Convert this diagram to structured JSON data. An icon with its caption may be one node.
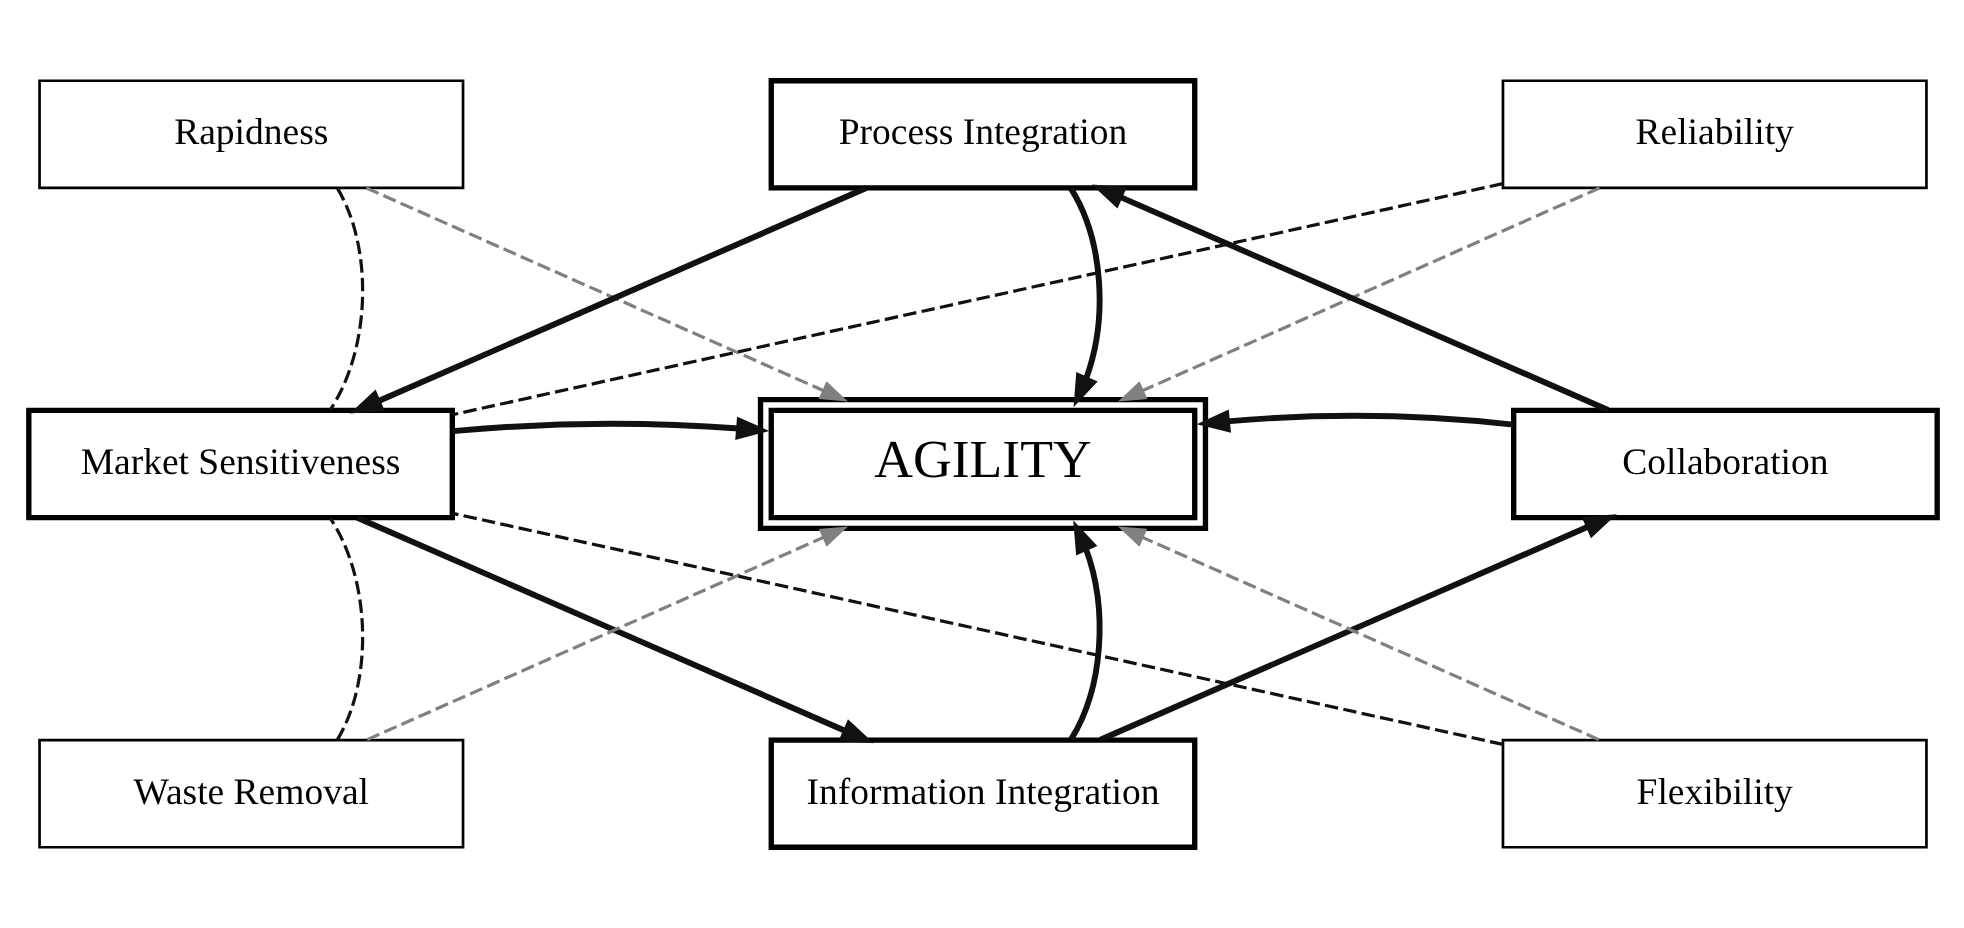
{
  "diagram": {
    "nodes": [
      {
        "text": [
          "Rapidness"
        ]
      },
      {
        "text": [
          "Process Integration"
        ]
      },
      {
        "text": [
          "Reliability"
        ]
      },
      {
        "text": [
          "Market Sensitiveness"
        ]
      },
      {
        "text": [
          "AGILITY"
        ]
      },
      {
        "text": [
          "Collaboration"
        ]
      },
      {
        "text": [
          "Waste Removal"
        ]
      },
      {
        "text": [
          "Information Integration"
        ]
      },
      {
        "text": [
          "Flexibility"
        ]
      }
    ],
    "edges": [
      {
        "from": 1,
        "to": 3,
        "arrow": "to"
      },
      {
        "from": 5,
        "to": 1,
        "arrow": "to"
      },
      {
        "from": 3,
        "to": 7,
        "arrow": "to"
      },
      {
        "from": 7,
        "to": 5,
        "arrow": "to"
      },
      {
        "from": 1,
        "to": 4,
        "arrow": "to"
      },
      {
        "from": 3,
        "to": 4,
        "arrow": "to"
      },
      {
        "from": 5,
        "to": 4,
        "arrow": "to"
      },
      {
        "from": 7,
        "to": 4,
        "arrow": "to"
      },
      {
        "from": 0,
        "to": 4,
        "arrow": "to",
        "style": "dashed",
        "color": "#808080"
      },
      {
        "from": 2,
        "to": 4,
        "arrow": "to",
        "style": "dashed",
        "color": "#808080"
      },
      {
        "from": 6,
        "to": 4,
        "arrow": "to",
        "style": "dashed",
        "color": "#808080"
      },
      {
        "from": 8,
        "to": 4,
        "arrow": "to",
        "style": "dashed",
        "color": "#808080"
      },
      {
        "from": 0,
        "to": 3,
        "arrow": "none",
        "style": "dashed"
      },
      {
        "from": 2,
        "to": 3,
        "arrow": "none",
        "style": "dashed"
      },
      {
        "from": 6,
        "to": 3,
        "arrow": "none",
        "style": "dashed"
      },
      {
        "from": 8,
        "to": 3,
        "arrow": "none",
        "style": "dashed"
      }
    ]
  }
}
